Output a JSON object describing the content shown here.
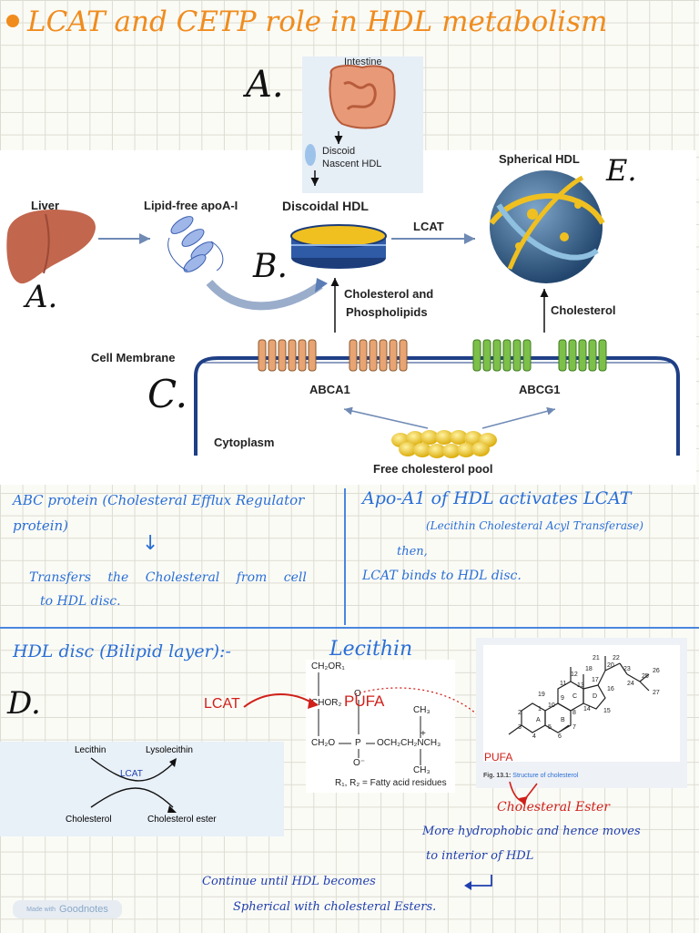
{
  "title": "LCAT and CETP role in HDL metabolism",
  "markers": {
    "a_top": "A.",
    "a_left": "A.",
    "b": "B.",
    "c": "C.",
    "d": "D.",
    "e": "E."
  },
  "figure1": {
    "intestine": "Intestine",
    "discoid_line1": "Discoid",
    "discoid_line2": "Nascent HDL",
    "liver": "Liver",
    "lipid_free": "Lipid-free apoA-I",
    "discoidal_hdl": "Discoidal HDL",
    "lcat": "LCAT",
    "spherical_hdl": "Spherical HDL",
    "chol_phos_1": "Cholesterol and",
    "chol_phos_2": "Phospholipids",
    "cholesterol": "Cholesterol",
    "cell_membrane": "Cell Membrane",
    "abca1": "ABCA1",
    "abcg1": "ABCG1",
    "cytoplasm": "Cytoplasm",
    "free_pool": "Free cholesterol pool"
  },
  "notes_left": {
    "line1": "ABC protein (Cholesteral Efflux Regulator",
    "line2": "protein)",
    "arrow": "↓",
    "line3": "Transfers the Cholesteral from cell",
    "line4": "to HDL disc."
  },
  "notes_right": {
    "line1": "Apo-A1  of HDL activates LCAT",
    "line2": "(Lecithin Cholesteral Acyl Transferase)",
    "line3": "then,",
    "line4": "LCAT binds to HDL disc."
  },
  "section2": {
    "heading": "HDL disc (Bilipid layer):-",
    "lecithin_title": "Lecithin",
    "lcat_label": "LCAT",
    "pufa1": "PUFA",
    "pufa2": "PUFA",
    "chol_ester": "Cholesteral Ester",
    "more1": "More hydrophobic and hence moves",
    "more2": "to interior of HDL",
    "cont1": "Continue until HDL becomes",
    "cont2": "Spherical with cholesteral Esters."
  },
  "reaction": {
    "lecithin": "Lecithin",
    "lysolecithin": "Lysolecithin",
    "lcat": "LCAT",
    "cholesterol": "Cholesterol",
    "ester": "Cholesterol ester"
  },
  "lecithin_structure": {
    "r1": "CH₂OR₁",
    "r2": "CHOR₂",
    "p": "P",
    "o_top": "O",
    "o_bottom": "O⁻",
    "ch2o": "CH₂O",
    "och2": "OCH₂CH₂NCH₃",
    "plus": "+",
    "ch3_top": "CH₃",
    "ch3_bottom": "CH₃",
    "footnote": "R₁, R₂ = Fatty acid residues"
  },
  "steroid": {
    "caption_bold": "Fig. 13.1:",
    "caption_text": " Structure of cholesterol",
    "rings": [
      "A",
      "B",
      "C",
      "D"
    ],
    "numbers": [
      "1",
      "2",
      "3",
      "4",
      "5",
      "6",
      "7",
      "8",
      "9",
      "10",
      "11",
      "12",
      "13",
      "14",
      "15",
      "16",
      "17",
      "18",
      "19",
      "20",
      "21",
      "22",
      "23",
      "24",
      "25",
      "26",
      "27"
    ]
  },
  "watermark": {
    "prefix": "Made with",
    "brand": "Goodnotes"
  },
  "colors": {
    "title": "#f08c1e",
    "notes": "#2a6fd6",
    "annot": "#d0201a",
    "dark_notes": "#1f3fae"
  }
}
